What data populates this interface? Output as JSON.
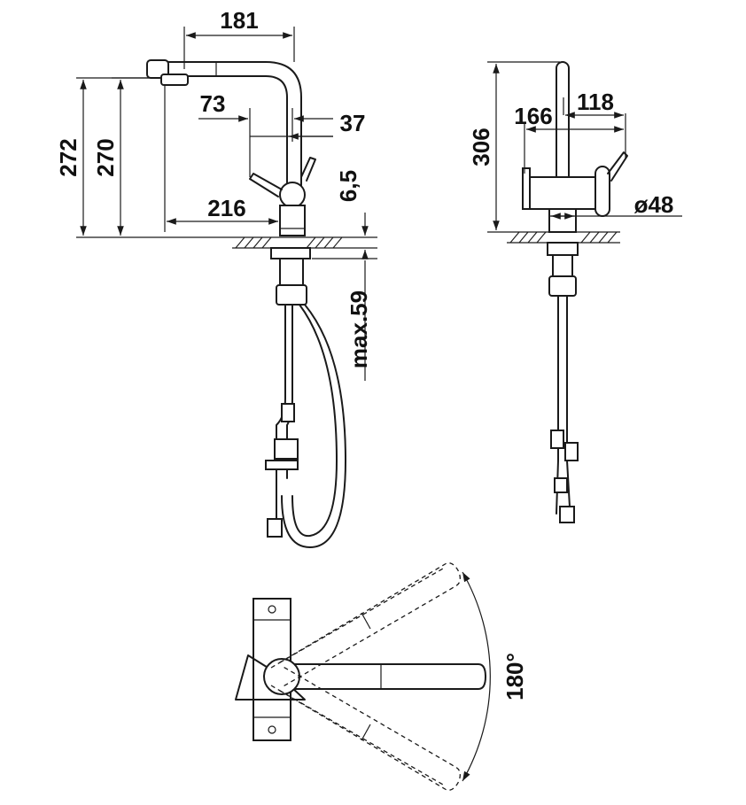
{
  "side_view": {
    "dim_top_width": "181",
    "dim_height_272": "272",
    "dim_height_270": "270",
    "dim_73": "73",
    "dim_37": "37",
    "dim_216": "216",
    "dim_6_5": "6,5",
    "dim_max_59": "max.59"
  },
  "front_view": {
    "dim_306": "306",
    "dim_166": "166",
    "dim_118": "118",
    "dim_diameter_48": "ø48"
  },
  "top_view": {
    "rotation_angle": "180°"
  }
}
